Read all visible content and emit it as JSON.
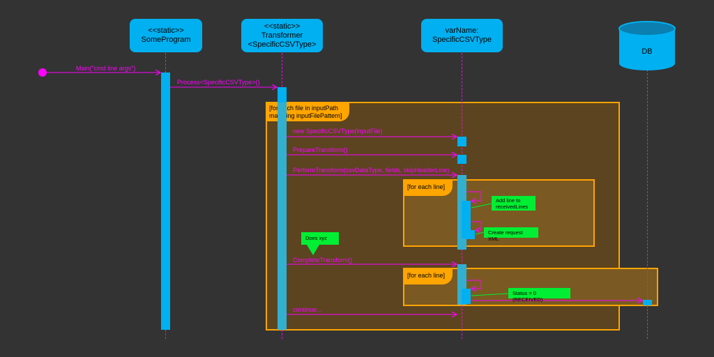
{
  "participants": {
    "some_program": {
      "stereotype": "<<static>>",
      "name": "SomeProgram"
    },
    "transformer": {
      "stereotype": "<<static>>",
      "name": "Transformer",
      "type": "<SpecificCSVType>"
    },
    "var": {
      "line1": "varName:",
      "line2": "SpecificCSVType"
    },
    "db": {
      "name": "DB"
    }
  },
  "frames": {
    "outer": "[for each file in inputPath matching inputFilePattern]",
    "inner1": "[for each line]",
    "inner2": "[for each line]"
  },
  "messages": {
    "main": "Main(\"cmd line args\")",
    "process": "Process<SpecificCSVType>()",
    "new_type": "new SpecificCSVType(inputFile)",
    "prepare": "PrepareTransform()",
    "perform": "PerformTransform(csvDataType, fields, skipHeaderLine)",
    "complete": "CompleteTransform()",
    "continue": "continue..."
  },
  "notes": {
    "add_line": "Add line to receivedLines",
    "create_xml": "Create request XML",
    "does_xyz": "Does xyz",
    "status": "Status = 0 (RECEIVED)"
  },
  "colors": {
    "background": "#333333",
    "participant": "#00b0f0",
    "message": "#ff00ff",
    "frame": "#ffa500",
    "note": "#00ee33"
  }
}
